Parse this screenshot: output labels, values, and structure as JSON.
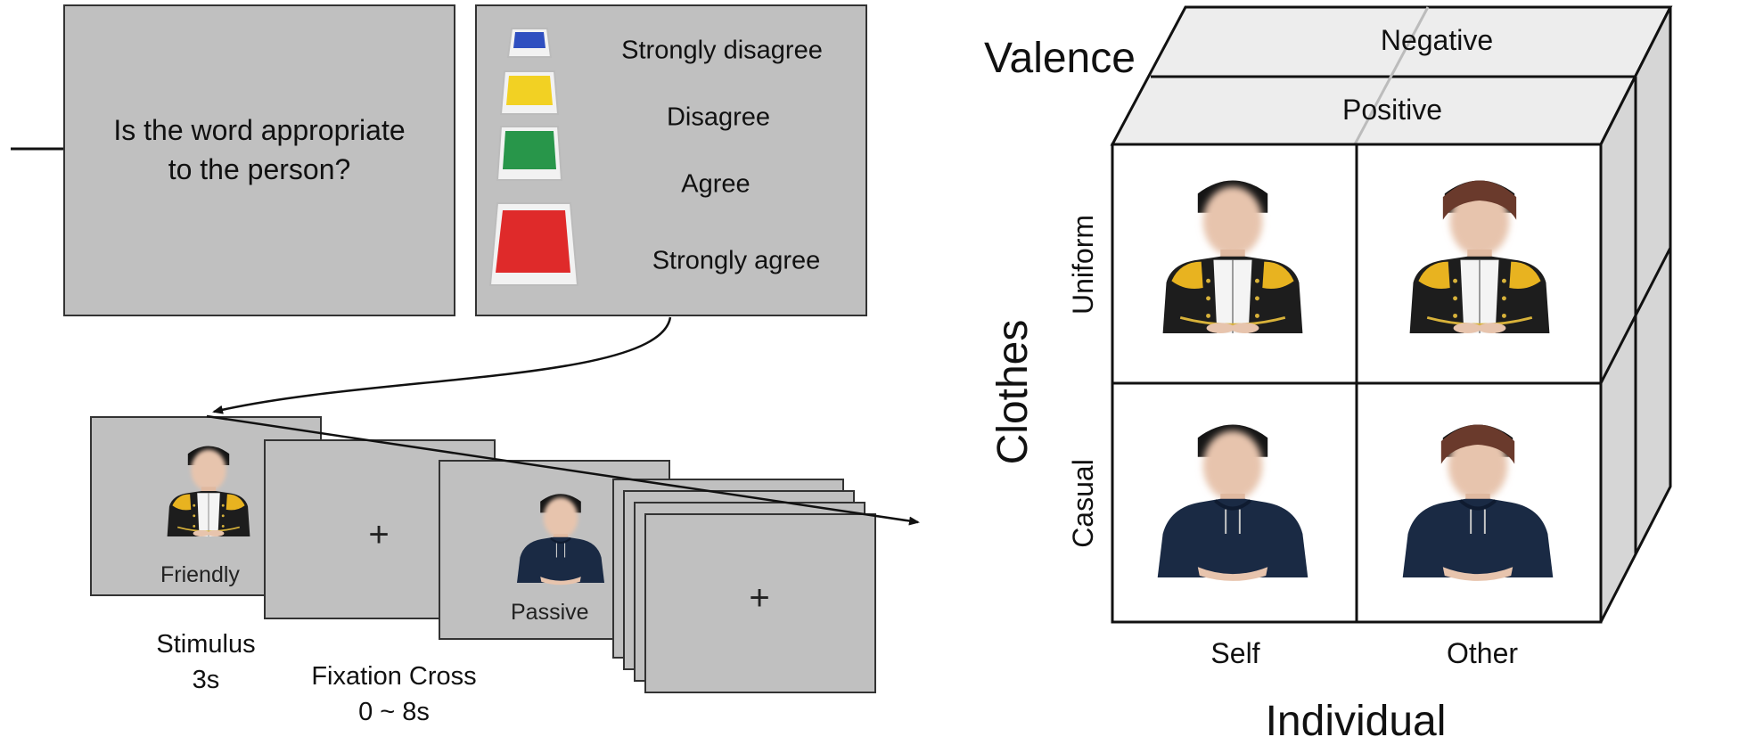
{
  "question": {
    "line1": "Is the word appropriate",
    "line2": "to the person?"
  },
  "scale": [
    {
      "label": "Strongly disagree",
      "color": "#2f4fc0"
    },
    {
      "label": "Disagree",
      "color": "#f2d123"
    },
    {
      "label": "Agree",
      "color": "#28964a"
    },
    {
      "label": "Strongly agree",
      "color": "#df2a2a"
    }
  ],
  "sequence": {
    "stimulus_word_1": "Friendly",
    "stimulus_word_2": "Passive",
    "fixation_symbol": "+",
    "stimulus_label": "Stimulus",
    "stimulus_duration": "3s",
    "fixation_label": "Fixation Cross",
    "fixation_duration": "0 ~ 8s"
  },
  "design": {
    "valence_title": "Valence",
    "valence_levels": [
      "Negative",
      "Positive"
    ],
    "clothes_title": "Clothes",
    "clothes_levels": [
      "Uniform",
      "Casual"
    ],
    "individual_title": "Individual",
    "individual_levels": [
      "Self",
      "Other"
    ]
  },
  "colors": {
    "panel_gray": "#c0c0c0",
    "cube_top": "#ededed",
    "cube_side": "#d6d6d6",
    "uniform_dark": "#1d1d1d",
    "uniform_gold": "#e8b320",
    "hoodie_navy": "#1a2a44"
  }
}
